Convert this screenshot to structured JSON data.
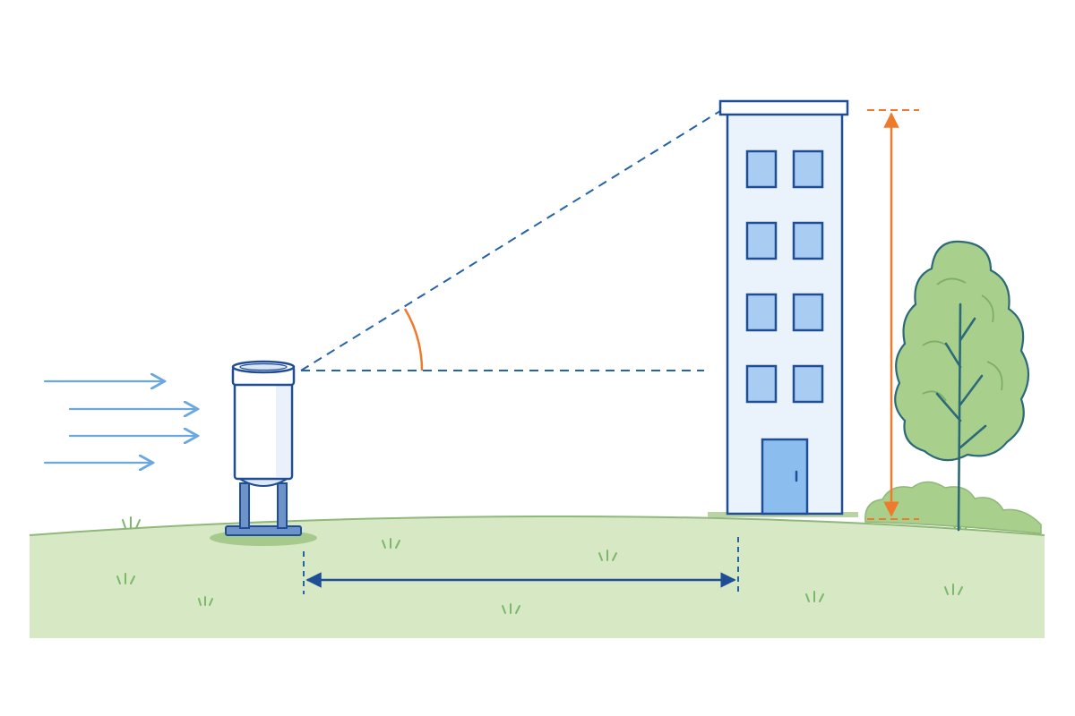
{
  "colors": {
    "background": "#ffffff",
    "ground_fill": "#d6e8c4",
    "ground_line": "#8fb87a",
    "outline_blue": "#1f4e96",
    "dash_blue": "#2563a8",
    "window_fill": "#a9cdf2",
    "building_fill": "#eaf3fc",
    "door_fill": "#8bbdee",
    "wind_arrow": "#6aa8e0",
    "accent_orange": "#f07a2c",
    "tree_fill": "#a8cf8c",
    "tree_outline": "#2c6a78",
    "grass": "#7cb86a",
    "shadow": "#a6c98c"
  },
  "icons": {
    "wind": "wind-arrow-icon",
    "gauge": "rain-gauge-icon",
    "building": "building-icon",
    "tree": "tree-icon",
    "shrub": "shrub-icon",
    "grass": "grass-tuft-icon"
  },
  "diagram": {
    "wind_arrow_count": 4,
    "building_floors": 4,
    "windows_per_floor": 2
  }
}
